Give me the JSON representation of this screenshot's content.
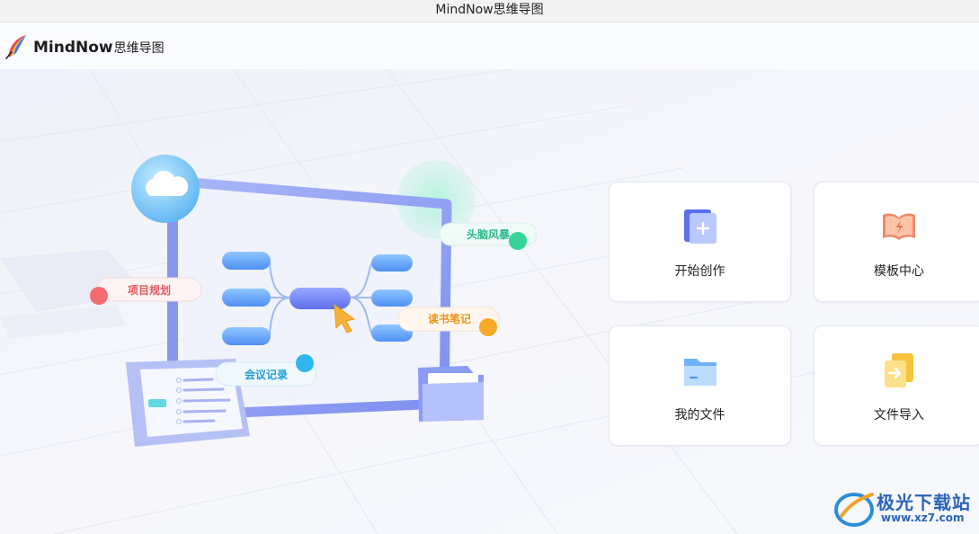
{
  "window": {
    "title": "MindNow思维导图"
  },
  "header": {
    "app_name": "MindNow",
    "app_name_cn": "思维导图",
    "logo_icon": "feather-pen-icon"
  },
  "illustration": {
    "tags": {
      "project": "项目规划",
      "brainstorm": "头脑风暴",
      "reading": "读书笔记",
      "meeting": "会议记录"
    },
    "icons": [
      "cloud-icon",
      "cursor-icon",
      "folder-icon",
      "checklist-icon"
    ]
  },
  "actions": [
    {
      "label": "开始创作",
      "icon": "new-file-icon"
    },
    {
      "label": "模板中心",
      "icon": "open-book-icon"
    },
    {
      "label": "我的文件",
      "icon": "folder-icon"
    },
    {
      "label": "文件导入",
      "icon": "import-file-icon"
    }
  ],
  "watermark": {
    "title": "极光下载站",
    "url": "www.xz7.com"
  },
  "colors": {
    "accent_blue": "#4f7ff5",
    "orange": "#f08a5d",
    "yellow": "#f7c23c",
    "brand_text": "#2a63b8"
  }
}
